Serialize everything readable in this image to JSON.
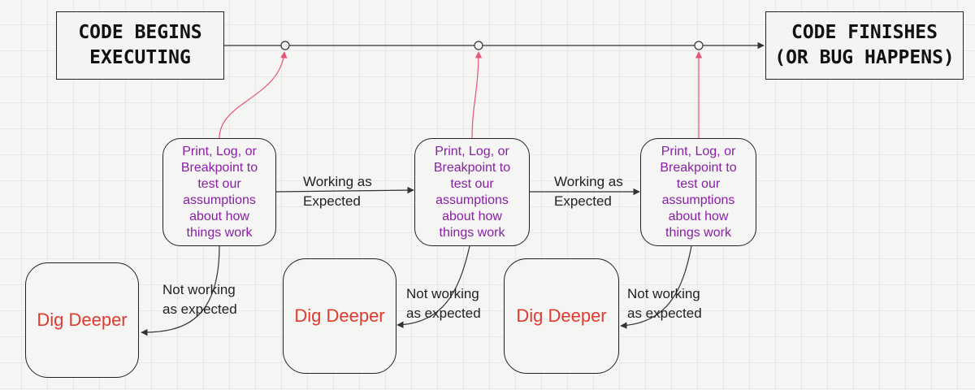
{
  "start": {
    "text": "CODE BEGINS\nEXECUTING"
  },
  "end": {
    "text": "CODE FINISHES\n(OR BUG HAPPENS)"
  },
  "checkpoints": [
    {
      "text": "Print, Log, or\nBreakpoint to\ntest our\nassumptions\nabout how\nthings work"
    },
    {
      "text": "Print, Log, or\nBreakpoint to\ntest our\nassumptions\nabout how\nthings work"
    },
    {
      "text": "Print, Log, or\nBreakpoint to\ntest our\nassumptions\nabout how\nthings work"
    }
  ],
  "working_labels": [
    "Working as\nExpected",
    "Working as\nExpected"
  ],
  "not_working_labels": [
    "Not working\nas expected",
    "Not working\nas expected",
    "Not working\nas expected"
  ],
  "dig_deeper": [
    "Dig Deeper",
    "Dig Deeper",
    "Dig Deeper"
  ],
  "colors": {
    "checkpoint_text": "#8a1ea6",
    "dig_deeper_text": "#e03a2e",
    "probe_arrow": "#e8547a",
    "line": "#333333"
  }
}
